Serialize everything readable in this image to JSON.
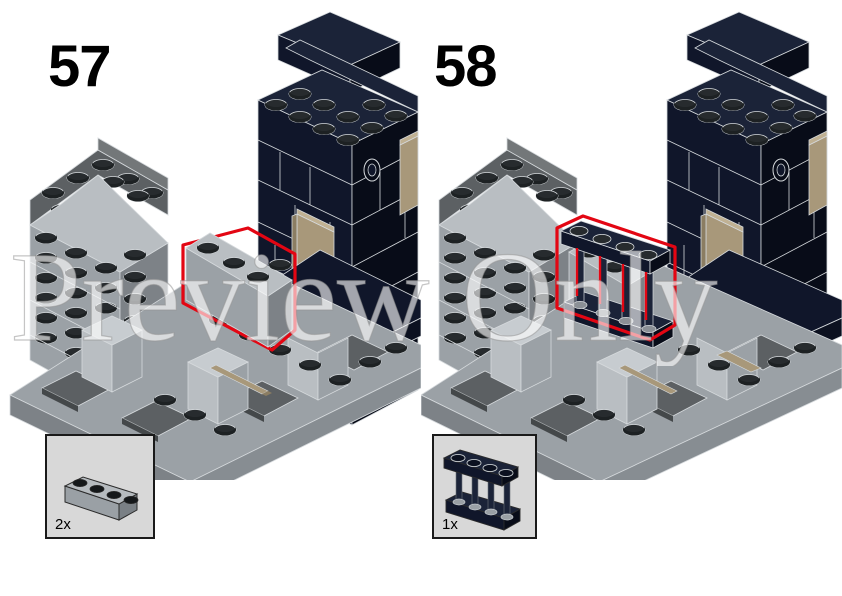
{
  "document": {
    "type": "lego-building-instructions",
    "watermark_text": "Preview Only",
    "page_background": "#ffffff"
  },
  "steps": [
    {
      "number": "57",
      "callout": {
        "quantity": "2x",
        "part_name": "brick-1x4",
        "part_color": "#9aa0a5",
        "box_fill": "#d8d8d8",
        "box_border": "#1a1a1a"
      },
      "highlight": {
        "name": "new-part-highlight",
        "color": "#e30613",
        "shape": "brick-outline"
      }
    },
    {
      "number": "58",
      "callout": {
        "quantity": "1x",
        "part_name": "fence-1x4x1",
        "part_color": "#12182a",
        "box_fill": "#d8d8d8",
        "box_border": "#1a1a1a"
      },
      "highlight": {
        "name": "new-part-highlight",
        "color": "#e30613",
        "shape": "fence-outline"
      }
    }
  ],
  "palette": {
    "light_gray": "#9ba1a6",
    "light_gray_light": "#b9bec2",
    "light_gray_dark": "#7d8287",
    "dark_gray": "#5c6063",
    "dark_gray_light": "#737779",
    "dark_gray_dark": "#44484a",
    "black_navy": "#10162a",
    "black_navy_light": "#1b2338",
    "black_navy_dark": "#080c18",
    "tan": "#a8987a",
    "tan_light": "#c0b193",
    "tan_dark": "#8b7d62",
    "stud_top": "#272b2e",
    "outline": "#d5d9dc",
    "red": "#e30613",
    "white": "#ffffff"
  }
}
